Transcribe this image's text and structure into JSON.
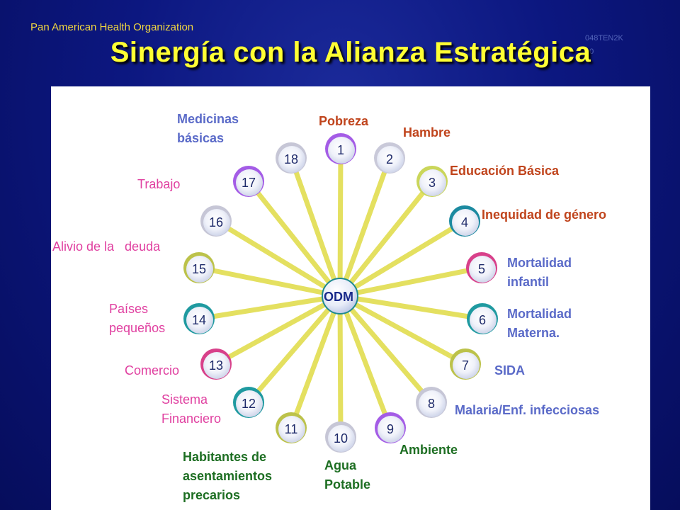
{
  "header": {
    "org": "Pan American Health Organization",
    "code_line1": "048TEN2K",
    "code_line2": "10",
    "title": "Sinergía con la Alianza Estratégica"
  },
  "center": {
    "label": "ODM"
  },
  "colors": {
    "spoke": "#e4e060",
    "mdg_label": "#c0441c",
    "partner_label_pink": "#e040a0",
    "partner_label_blue": "#5a6ac8",
    "partner_label_green": "#1d6e22",
    "environment_label": "#1d6e22"
  },
  "nodes": [
    {
      "n": "1",
      "color": "#a45ce6"
    },
    {
      "n": "2",
      "color": "#c9c9d9"
    },
    {
      "n": "3",
      "color": "#cad65a"
    },
    {
      "n": "4",
      "color": "#1c8aa0"
    },
    {
      "n": "5",
      "color": "#d8408a"
    },
    {
      "n": "6",
      "color": "#1f9aa0"
    },
    {
      "n": "7",
      "color": "#bcc24a"
    },
    {
      "n": "8",
      "color": "#c6c6d6"
    },
    {
      "n": "9",
      "color": "#a45ce6"
    },
    {
      "n": "10",
      "color": "#c6c6d6"
    },
    {
      "n": "11",
      "color": "#bcc24a"
    },
    {
      "n": "12",
      "color": "#1f9aa0"
    },
    {
      "n": "13",
      "color": "#d8408a"
    },
    {
      "n": "14",
      "color": "#1f9aa0"
    },
    {
      "n": "15",
      "color": "#bcc24a"
    },
    {
      "n": "16",
      "color": "#c6c6d6"
    },
    {
      "n": "17",
      "color": "#a45ce6"
    },
    {
      "n": "18",
      "color": "#c6c6d6"
    }
  ],
  "labels": {
    "pobreza": "Pobreza",
    "hambre": "Hambre",
    "educacion": "Educación Básica",
    "inequidad": "Inequidad de género",
    "mort_inf_1": "Mortalidad",
    "mort_inf_2": "infantil",
    "mort_mat_1": "Mortalidad",
    "mort_mat_2": "Materna.",
    "sida": "SIDA",
    "malaria": "Malaria/Enf. infecciosas",
    "ambiente": "Ambiente",
    "agua_1": "Agua",
    "agua_2": "Potable",
    "habit_1": "Habitantes de",
    "habit_2": "asentamientos",
    "habit_3": "precarios",
    "sistema_1": "Sistema",
    "sistema_2": "Financiero",
    "comercio": "Comercio",
    "paises_1": "Países",
    "paises_2": "pequeños",
    "alivio": "Alivio de la   deuda",
    "trabajo": "Trabajo",
    "medicinas_1": "Medicinas",
    "medicinas_2": "básicas"
  }
}
